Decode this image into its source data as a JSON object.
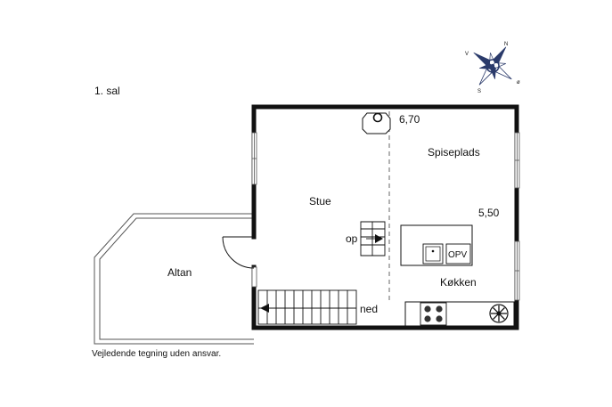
{
  "floor_label": "1. sal",
  "disclaimer": "Vejledende tegning uden ansvar.",
  "compass": {
    "north": "N",
    "east": "ø",
    "south": "S",
    "west": "V"
  },
  "rooms": {
    "living": "Stue",
    "dining": "Spiseplads",
    "kitchen": "Køkken",
    "balcony": "Altan"
  },
  "dimensions": {
    "width": "6,70",
    "depth": "5,50"
  },
  "stairs": {
    "up": "op",
    "down": "ned"
  },
  "fixtures": {
    "dishwasher": "OPV"
  }
}
